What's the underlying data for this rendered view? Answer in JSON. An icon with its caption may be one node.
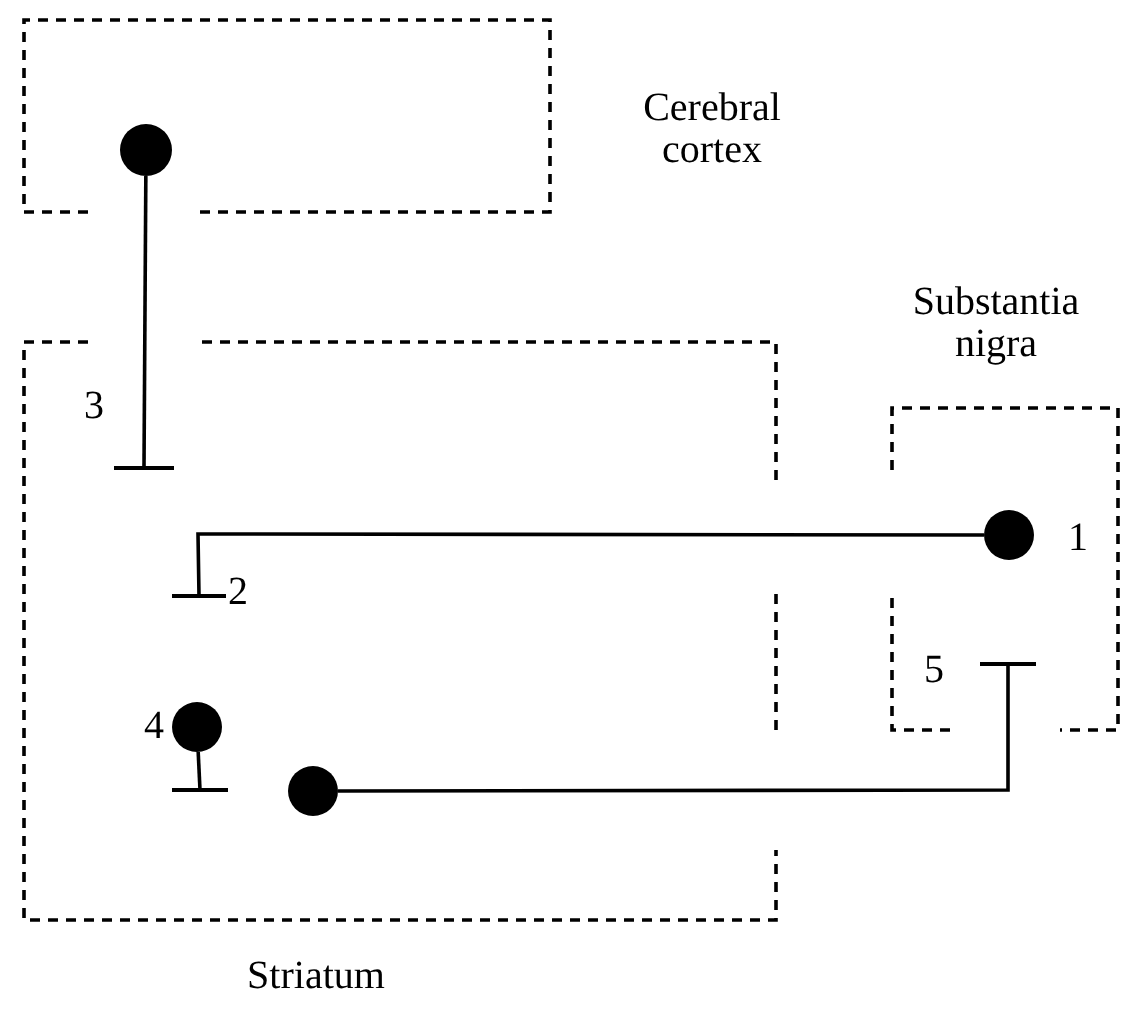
{
  "diagram": {
    "nodes": [
      {
        "text": [
          "Cerebral cortex"
        ]
      },
      {
        "text": [
          "Striatum"
        ]
      },
      {
        "text": [
          "Substantia nigra"
        ]
      },
      {
        "text": [],
        "shape": "circle",
        "in": 0
      },
      {
        "text": [],
        "shape": "circle",
        "in": 2,
        "beside": [
          "1"
        ]
      },
      {
        "text": [],
        "shape": "bar",
        "in": 1,
        "beside": [
          "3"
        ]
      },
      {
        "text": [],
        "shape": "bar",
        "in": 1,
        "beside": [
          "2"
        ]
      },
      {
        "text": [],
        "shape": "circle",
        "in": 1,
        "beside": [
          "4"
        ]
      },
      {
        "text": [],
        "shape": "bar",
        "in": 1
      },
      {
        "text": [],
        "shape": "circle",
        "in": 1
      },
      {
        "text": [],
        "shape": "bar",
        "in": 2,
        "beside": [
          "5"
        ]
      }
    ],
    "edges": [
      {
        "from": 3,
        "to": 5,
        "arrow": "none"
      },
      {
        "from": 4,
        "to": 6,
        "arrow": "none"
      },
      {
        "from": 7,
        "to": 8,
        "arrow": "none"
      },
      {
        "from": 9,
        "to": 10,
        "arrow": "none"
      }
    ]
  }
}
